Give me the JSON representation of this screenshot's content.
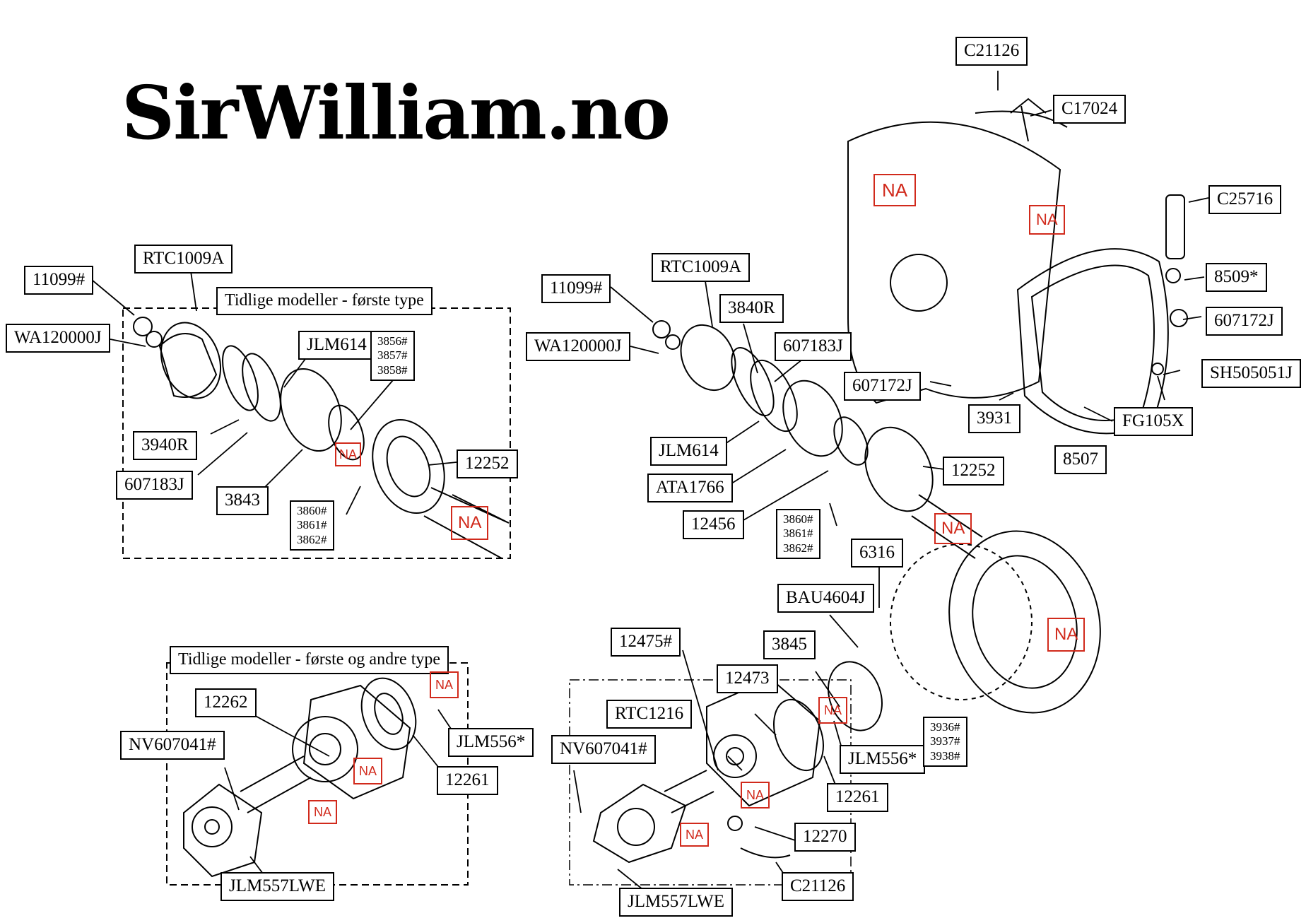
{
  "brand": {
    "logo_text": "SirWilliam.no"
  },
  "groups": {
    "early_first": "Tidlige modeller - første type",
    "early_first_second": "Tidlige modeller - første og andre type"
  },
  "na_label": "NA",
  "labels": [
    {
      "id": "C21126-top",
      "text": "C21126"
    },
    {
      "id": "C17024",
      "text": "C17024"
    },
    {
      "id": "C25716",
      "text": "C25716"
    },
    {
      "id": "8509",
      "text": "8509*"
    },
    {
      "id": "607172J-right",
      "text": "607172J"
    },
    {
      "id": "SH505051J",
      "text": "SH505051J"
    },
    {
      "id": "FG105X",
      "text": "FG105X"
    },
    {
      "id": "8507",
      "text": "8507"
    },
    {
      "id": "3931",
      "text": "3931"
    },
    {
      "id": "607172J-mid",
      "text": "607172J"
    },
    {
      "id": "11099-left",
      "text": "11099#"
    },
    {
      "id": "RTC1009A-left",
      "text": "RTC1009A"
    },
    {
      "id": "WA120000J-left",
      "text": "WA120000J"
    },
    {
      "id": "JLM614-left",
      "text": "JLM614"
    },
    {
      "id": "3940R",
      "text": "3940R"
    },
    {
      "id": "607183J-left",
      "text": "607183J"
    },
    {
      "id": "3843",
      "text": "3843"
    },
    {
      "id": "12252-left",
      "text": "12252"
    },
    {
      "id": "11099-mid",
      "text": "11099#"
    },
    {
      "id": "RTC1009A-mid",
      "text": "RTC1009A"
    },
    {
      "id": "3840R",
      "text": "3840R"
    },
    {
      "id": "WA120000J-mid",
      "text": "WA120000J"
    },
    {
      "id": "607183J-mid",
      "text": "607183J"
    },
    {
      "id": "JLM614-mid",
      "text": "JLM614"
    },
    {
      "id": "ATA1766",
      "text": "ATA1766"
    },
    {
      "id": "12456",
      "text": "12456"
    },
    {
      "id": "12252-mid",
      "text": "12252"
    },
    {
      "id": "6316",
      "text": "6316"
    },
    {
      "id": "BAU4604J",
      "text": "BAU4604J"
    },
    {
      "id": "3845",
      "text": "3845"
    },
    {
      "id": "12475",
      "text": "12475#"
    },
    {
      "id": "12473",
      "text": "12473"
    },
    {
      "id": "RTC1216",
      "text": "RTC1216"
    },
    {
      "id": "NV607041-mid",
      "text": "NV607041#"
    },
    {
      "id": "JLM556-mid",
      "text": "JLM556*"
    },
    {
      "id": "12261-mid",
      "text": "12261"
    },
    {
      "id": "12270",
      "text": "12270"
    },
    {
      "id": "C21126-bottom",
      "text": "C21126"
    },
    {
      "id": "JLM557LWE-mid",
      "text": "JLM557LWE"
    },
    {
      "id": "12262",
      "text": "12262"
    },
    {
      "id": "NV607041-left",
      "text": "NV607041#"
    },
    {
      "id": "JLM556-left",
      "text": "JLM556*"
    },
    {
      "id": "12261-left",
      "text": "12261"
    },
    {
      "id": "JLM557LWE-left",
      "text": "JLM557LWE"
    }
  ],
  "multi_labels": [
    {
      "id": "3856-group",
      "lines": [
        "3856#",
        "3857#",
        "3858#"
      ]
    },
    {
      "id": "3860-left",
      "lines": [
        "3860#",
        "3861#",
        "3862#"
      ]
    },
    {
      "id": "3860-mid",
      "lines": [
        "3860#",
        "3861#",
        "3862#"
      ]
    },
    {
      "id": "3936-group",
      "lines": [
        "3936#",
        "3937#",
        "3938#"
      ]
    }
  ]
}
